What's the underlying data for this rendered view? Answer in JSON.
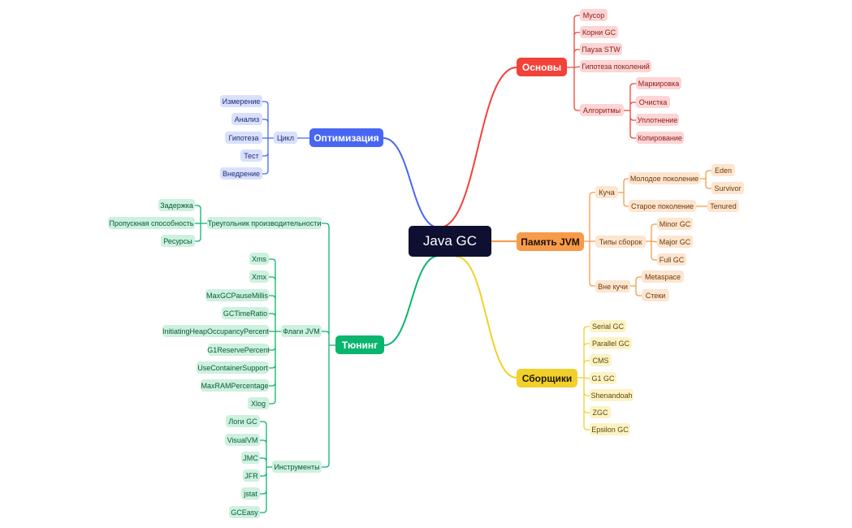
{
  "root": {
    "label": "Java GC"
  },
  "branches": {
    "basics": {
      "label": "Основы",
      "color": "#f2423a",
      "items": [
        "Мусор",
        "Корни GC",
        "Пауза STW",
        "Гипотеза поколений",
        "Алгоритмы"
      ],
      "algorithms": [
        "Маркировка",
        "Очистка",
        "Уплотнение",
        "Копирование"
      ]
    },
    "memory": {
      "label": "Память JVM",
      "color": "#f79a4a",
      "heap": "Куча",
      "young": "Молодое поколение",
      "young_items": [
        "Eden",
        "Survivor"
      ],
      "old": "Старое поколение",
      "old_items": [
        "Tenured"
      ],
      "gc_types": "Типы сборок",
      "gc_types_items": [
        "Minor GC",
        "Major GC",
        "Full GC"
      ],
      "offheap": "Вне кучи",
      "offheap_items": [
        "Metaspace",
        "Стеки"
      ]
    },
    "collectors": {
      "label": "Сборщики",
      "color": "#f1d02a",
      "items": [
        "Serial GC",
        "Parallel GC",
        "CMS",
        "G1 GC",
        "Shenandoah",
        "ZGC",
        "Epsilon GC"
      ]
    },
    "optimization": {
      "label": "Оптимизация",
      "color": "#4766f3",
      "cycle": "Цикл",
      "cycle_items": [
        "Измерение",
        "Анализ",
        "Гипотеза",
        "Тест",
        "Внедрение"
      ]
    },
    "tuning": {
      "label": "Тюнинг",
      "color": "#0ab56e",
      "triangle": "Треугольник производительности",
      "triangle_items": [
        "Задержка",
        "Пропускная способность",
        "Ресурсы"
      ],
      "flags": "Флаги JVM",
      "flags_items": [
        "Xms",
        "Xmx",
        "MaxGCPauseMillis",
        "GCTimeRatio",
        "InitiatingHeapOccupancyPercent",
        "G1ReservePercent",
        "UseContainerSupport",
        "MaxRAMPercentage",
        "Xlog"
      ],
      "tools": "Инструменты",
      "tools_items": [
        "Логи GC",
        "VisualVM",
        "JMC",
        "JFR",
        "jstat",
        "GCEasy"
      ]
    }
  }
}
